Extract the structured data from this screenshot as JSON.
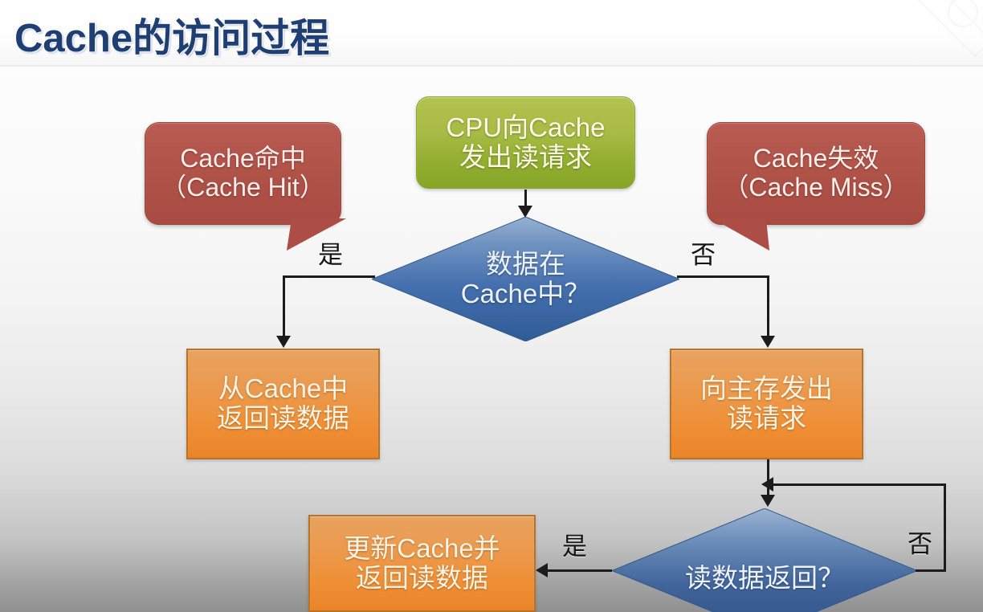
{
  "header": {
    "title": "Cache的访问过程"
  },
  "colors": {
    "title_blue": "#1f3f72",
    "green_node": "#9cb43a",
    "red_callout": "#b05349",
    "orange_node": "#ea8f36",
    "blue_diamond": "#3f6aa8",
    "connector": "#1c1c1c"
  },
  "flowchart": {
    "nodes": {
      "cpu_request": "CPU向Cache\n发出读请求",
      "decision_in_cache": "数据在\nCache中？",
      "read_from_cache": "从Cache中\n返回读数据",
      "request_main_memory": "向主存发出\n读请求",
      "decision_data_returned": "读数据返回？",
      "update_cache": "更新Cache并\n返回读数据"
    },
    "callouts": {
      "cache_hit": "Cache命中\n（Cache Hit）",
      "cache_miss": "Cache失效\n（Cache Miss）"
    },
    "branch_labels": {
      "hit_yes": "是",
      "miss_no": "否",
      "returned_yes": "是",
      "returned_no": "否"
    }
  }
}
